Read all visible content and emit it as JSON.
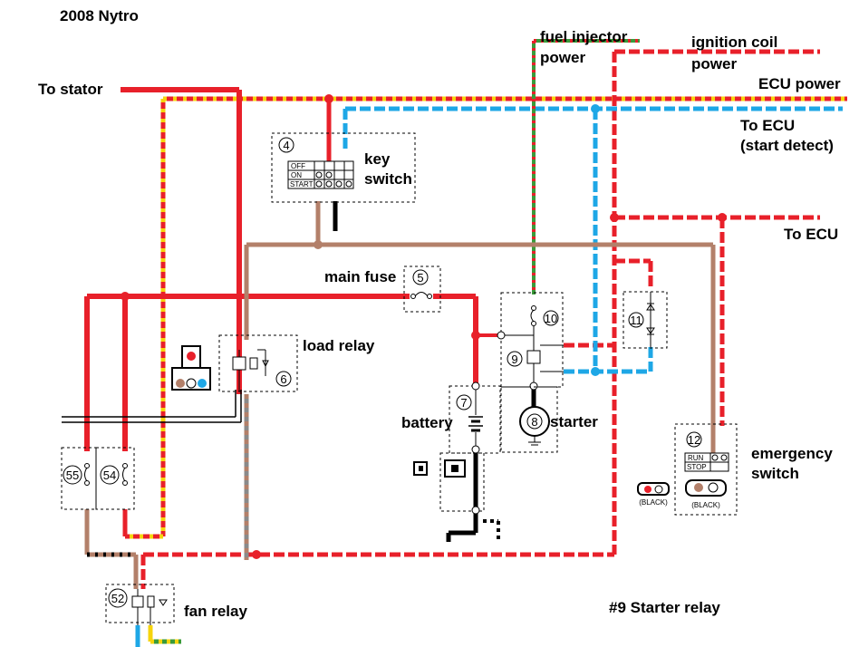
{
  "title": "2008 Nytro",
  "labels": {
    "to_stator": "To stator",
    "fuel_injector_power_1": "fuel injector",
    "fuel_injector_power_2": "power",
    "ignition_coil_power_1": "ignition coil",
    "ignition_coil_power_2": "power",
    "ecu_power": "ECU power",
    "to_ecu_start_1": "To ECU",
    "to_ecu_start_2": "(start detect)",
    "to_ecu": "To ECU",
    "key_switch_1": "key",
    "key_switch_2": "switch",
    "main_fuse": "main fuse",
    "load_relay": "load relay",
    "battery": "battery",
    "starter": "starter",
    "emergency_switch_1": "emergency",
    "emergency_switch_2": "switch",
    "fan_relay": "fan relay",
    "starter_relay_note": "#9 Starter relay"
  },
  "components": {
    "c4": "4",
    "c5": "5",
    "c6": "6",
    "c7": "7",
    "c8": "8",
    "c9": "9",
    "c10": "10",
    "c11": "11",
    "c12": "12",
    "c52": "52",
    "c54": "54",
    "c55": "55"
  },
  "key_switch_rows": [
    "OFF",
    "ON",
    "START"
  ],
  "emergency_rows": [
    "RUN",
    "STOP"
  ],
  "connector_labels": {
    "black_1": "(BLACK)",
    "black_2": "(BLACK)"
  },
  "wire_colors": {
    "red": "#e8202a",
    "yellow": "#f6d40c",
    "blue": "#1ea7e6",
    "brown": "#b3806a",
    "green": "#3a9a3a",
    "black": "#000000",
    "gray": "#8a8a8a"
  }
}
